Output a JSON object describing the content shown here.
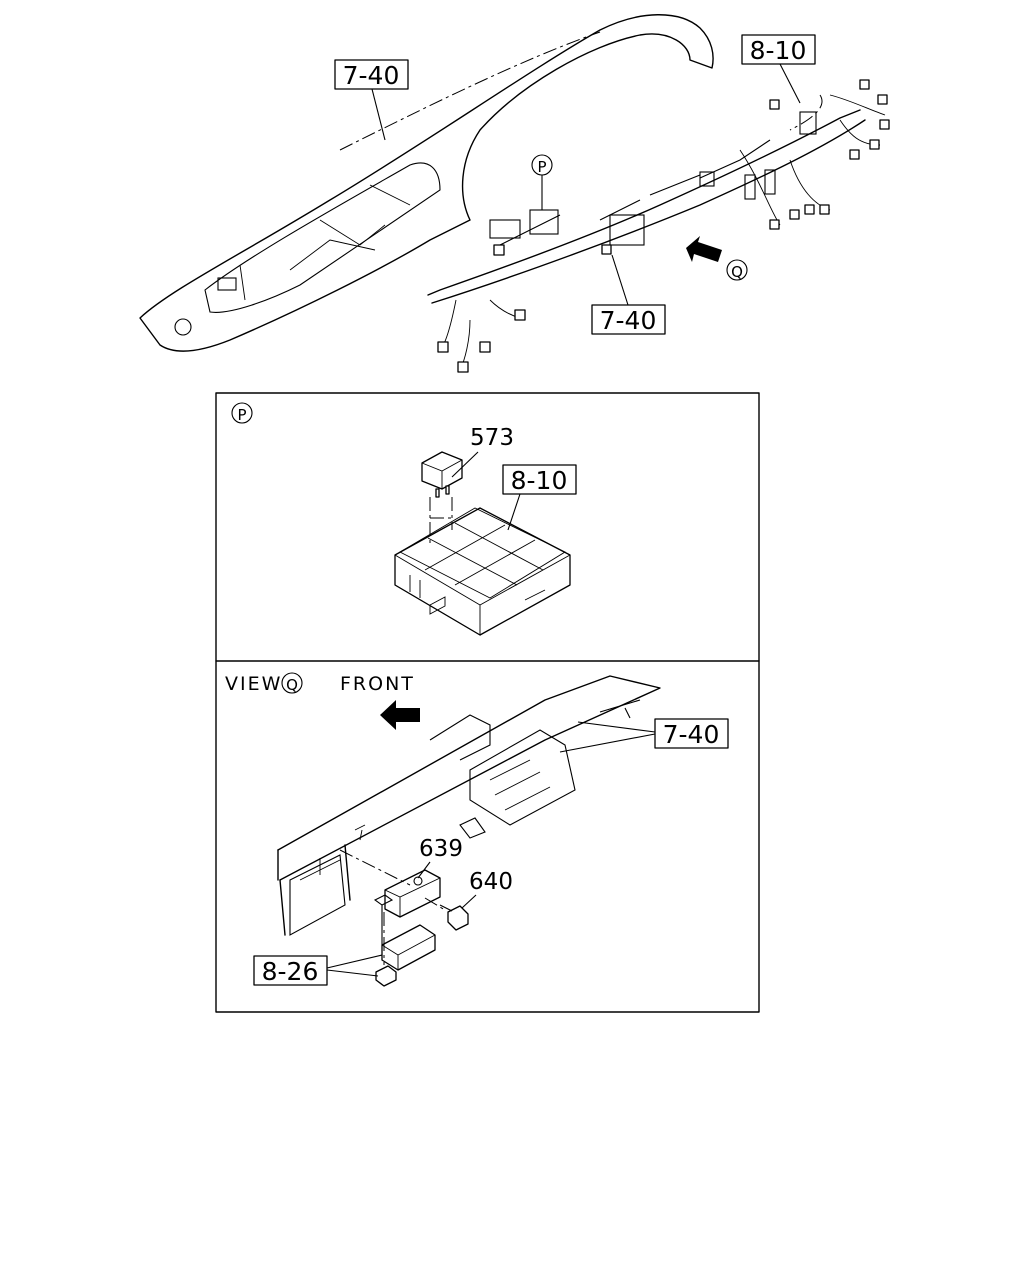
{
  "callouts": {
    "top_dashboard": "7-40",
    "top_harness": "8-10",
    "top_bracket": "7-40",
    "detail_p_block": "8-10",
    "view_q_bracket": "7-40",
    "view_q_fastener": "8-26"
  },
  "markers": {
    "p": "P",
    "q": "Q"
  },
  "part_numbers": {
    "relay": "573",
    "bracket": "639",
    "bolt": "640"
  },
  "view_labels": {
    "view": "VIEW",
    "front": "FRONT"
  }
}
